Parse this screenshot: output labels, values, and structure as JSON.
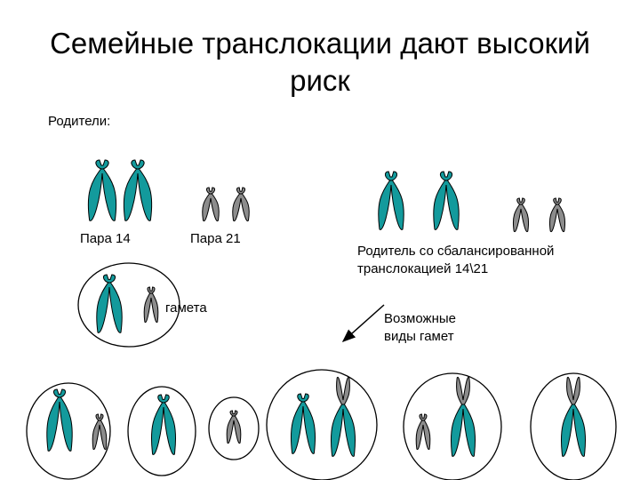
{
  "slide": {
    "title": "Семейные транслокации дают высокий риск",
    "parents_label": "Родители:",
    "pair14_label": "Пара 14",
    "pair21_label": "Пара 21",
    "gamete_label": "гамета",
    "carrier_label": "Родитель со сбалансированной\nтранслокацией 14\\21",
    "possible_gametes_label": "Возможные\nвиды гамет"
  },
  "colors": {
    "chromosome14": "#139a9c",
    "chromosome21": "#8c8c8c",
    "outline": "#000000",
    "background": "#ffffff"
  }
}
